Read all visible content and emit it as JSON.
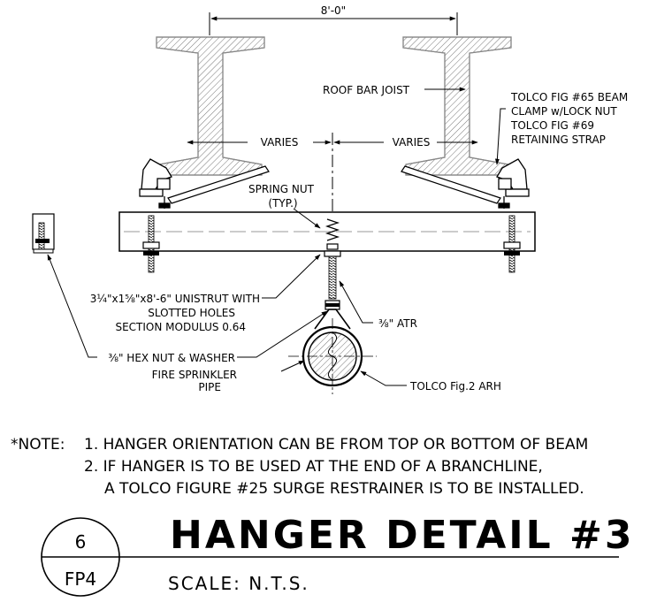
{
  "dimensions": {
    "span": "8'-0\"",
    "varies_left": "VARIES",
    "varies_right": "VARIES"
  },
  "labels": {
    "roof_bar_joist": "ROOF BAR JOIST",
    "beam_clamp": [
      "TOLCO FIG #65 BEAM",
      "CLAMP w/LOCK NUT",
      "TOLCO FIG #69",
      "RETAINING STRAP"
    ],
    "spring_nut": [
      "SPRING NUT",
      "(TYP.)"
    ],
    "unistrut": [
      "3¼\"x1⅝\"x8'-6\" UNISTRUT WITH",
      "SLOTTED HOLES",
      "SECTION MODULUS 0.64"
    ],
    "atr": "⅜\" ATR",
    "hex_nut": "⅜\" HEX NUT & WASHER",
    "sprinkler_pipe": [
      "FIRE SPRINKLER",
      "PIPE"
    ],
    "arh": "TOLCO Fig.2 ARH"
  },
  "notes": {
    "prefix": "*NOTE:",
    "items": [
      "1. HANGER ORIENTATION CAN BE FROM TOP OR BOTTOM OF BEAM",
      "2. IF HANGER IS TO BE USED AT THE END OF A BRANCHLINE,",
      "A TOLCO FIGURE #25 SURGE RESTRAINER IS TO BE INSTALLED."
    ]
  },
  "title_block": {
    "detail_number": "6",
    "sheet": "FP4",
    "title": "HANGER DETAIL #3",
    "scale": "SCALE: N.T.S."
  }
}
